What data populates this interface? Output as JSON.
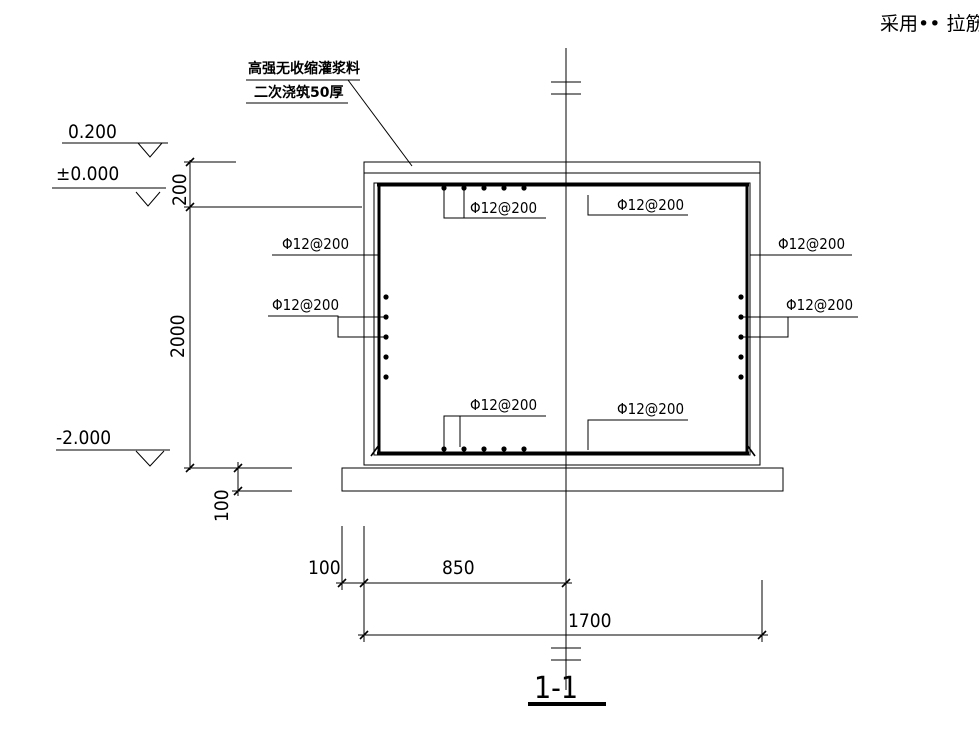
{
  "header_note": "采用•• 拉筋",
  "grout_note": {
    "line1": "高强无收缩灌浆料",
    "line2": "二次浇筑50厚"
  },
  "elevations": {
    "top": "0.200",
    "zero": "±0.000",
    "bottom": "-2.000"
  },
  "dimensions": {
    "topping": "200",
    "height": "2000",
    "base": "100",
    "offset": "100",
    "half_width": "850",
    "full_width": "1700"
  },
  "rebar": {
    "top_left": "Φ12@200",
    "top_right": "Φ12@200",
    "left_upper": "Φ12@200",
    "left_lower": "Φ12@200",
    "right_upper": "Φ12@200",
    "right_lower": "Φ12@200",
    "bottom_left": "Φ12@200",
    "bottom_right": "Φ12@200"
  },
  "section_label": "1-1"
}
